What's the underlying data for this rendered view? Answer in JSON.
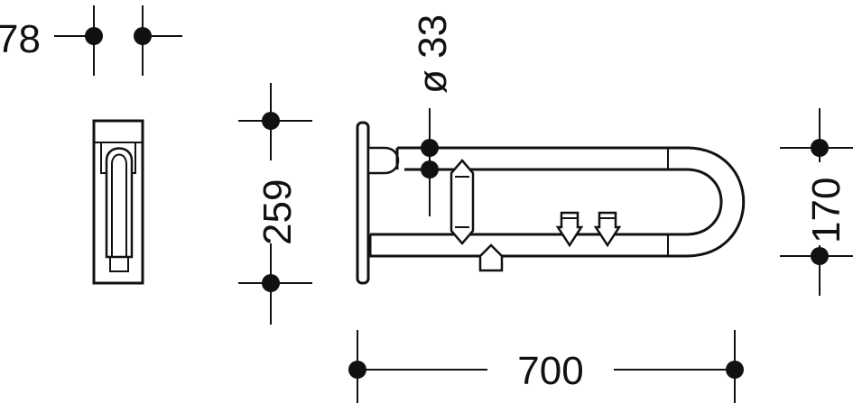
{
  "dimensions": {
    "depth": "78",
    "height": "259",
    "diameter": "ø 33",
    "length": "700",
    "rail_spacing": "170"
  },
  "colors": {
    "line": "#111111",
    "background": "#ffffff"
  }
}
